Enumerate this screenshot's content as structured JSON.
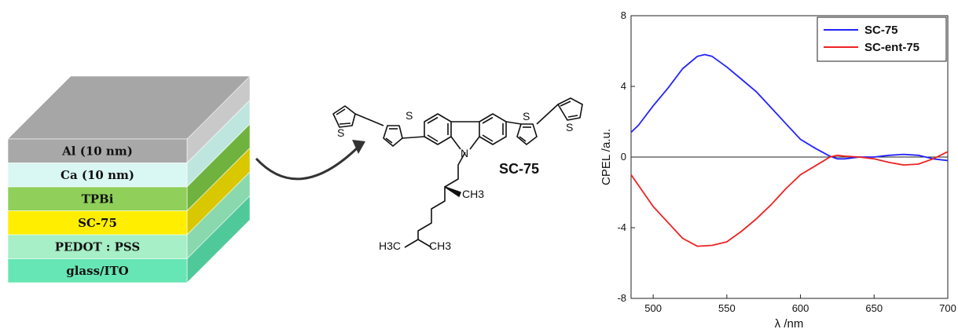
{
  "device": {
    "layers": [
      {
        "label": "Al (10 nm)",
        "front": "#a8a8a8",
        "side": "#c9c9c9"
      },
      {
        "label": "Ca (10 nm)",
        "front": "#d9f7f3",
        "side": "#bfe6de"
      },
      {
        "label": "TPBi",
        "front": "#8fcf5a",
        "side": "#6fb33e"
      },
      {
        "label": "SC-75",
        "front": "#ffee00",
        "side": "#d9c800"
      },
      {
        "label": "PEDOT : PSS",
        "front": "#a7efc6",
        "side": "#8ad8ad"
      },
      {
        "label": "glass/ITO",
        "front": "#66e6b4",
        "side": "#4fc99a"
      }
    ],
    "top_color": "#a6a6a6"
  },
  "molecule": {
    "name": "SC-75",
    "atom_labels": {
      "s1": "S",
      "s2": "S",
      "s3": "S",
      "s4": "S",
      "n": "N"
    },
    "substituents": {
      "methyl_chiral": "CH3",
      "isopropyl_left": "H3C",
      "isopropyl_right": "CH3"
    }
  },
  "chart_data": {
    "type": "line",
    "xlabel": "λ /nm",
    "ylabel": "CPEL /a.u.",
    "xlim": [
      485,
      700
    ],
    "ylim": [
      -8,
      8
    ],
    "xticks": [
      500,
      550,
      600,
      650,
      700
    ],
    "yticks": [
      -8,
      -4,
      0,
      4,
      8
    ],
    "legend_position": "top-right",
    "series": [
      {
        "name": "SC-75",
        "color": "#2222ff",
        "x": [
          485,
          490,
          500,
          510,
          520,
          530,
          535,
          540,
          550,
          560,
          570,
          580,
          590,
          600,
          610,
          620,
          625,
          630,
          640,
          650,
          660,
          670,
          680,
          690,
          700
        ],
        "y": [
          1.4,
          1.8,
          2.9,
          3.9,
          5.0,
          5.7,
          5.8,
          5.7,
          5.1,
          4.4,
          3.7,
          2.8,
          1.9,
          1.0,
          0.5,
          0.05,
          -0.1,
          -0.1,
          0.0,
          0.0,
          0.1,
          0.15,
          0.1,
          -0.1,
          -0.2
        ]
      },
      {
        "name": "SC-ent-75",
        "color": "#ee2222",
        "x": [
          485,
          490,
          500,
          510,
          520,
          530,
          540,
          550,
          560,
          570,
          580,
          590,
          600,
          610,
          620,
          625,
          630,
          640,
          650,
          660,
          670,
          680,
          690,
          700
        ],
        "y": [
          -1.0,
          -1.6,
          -2.8,
          -3.7,
          -4.6,
          -5.05,
          -5.0,
          -4.8,
          -4.2,
          -3.5,
          -2.7,
          -1.8,
          -1.0,
          -0.5,
          0.0,
          0.1,
          0.05,
          0.0,
          -0.1,
          -0.3,
          -0.45,
          -0.4,
          -0.1,
          0.3
        ]
      }
    ]
  }
}
